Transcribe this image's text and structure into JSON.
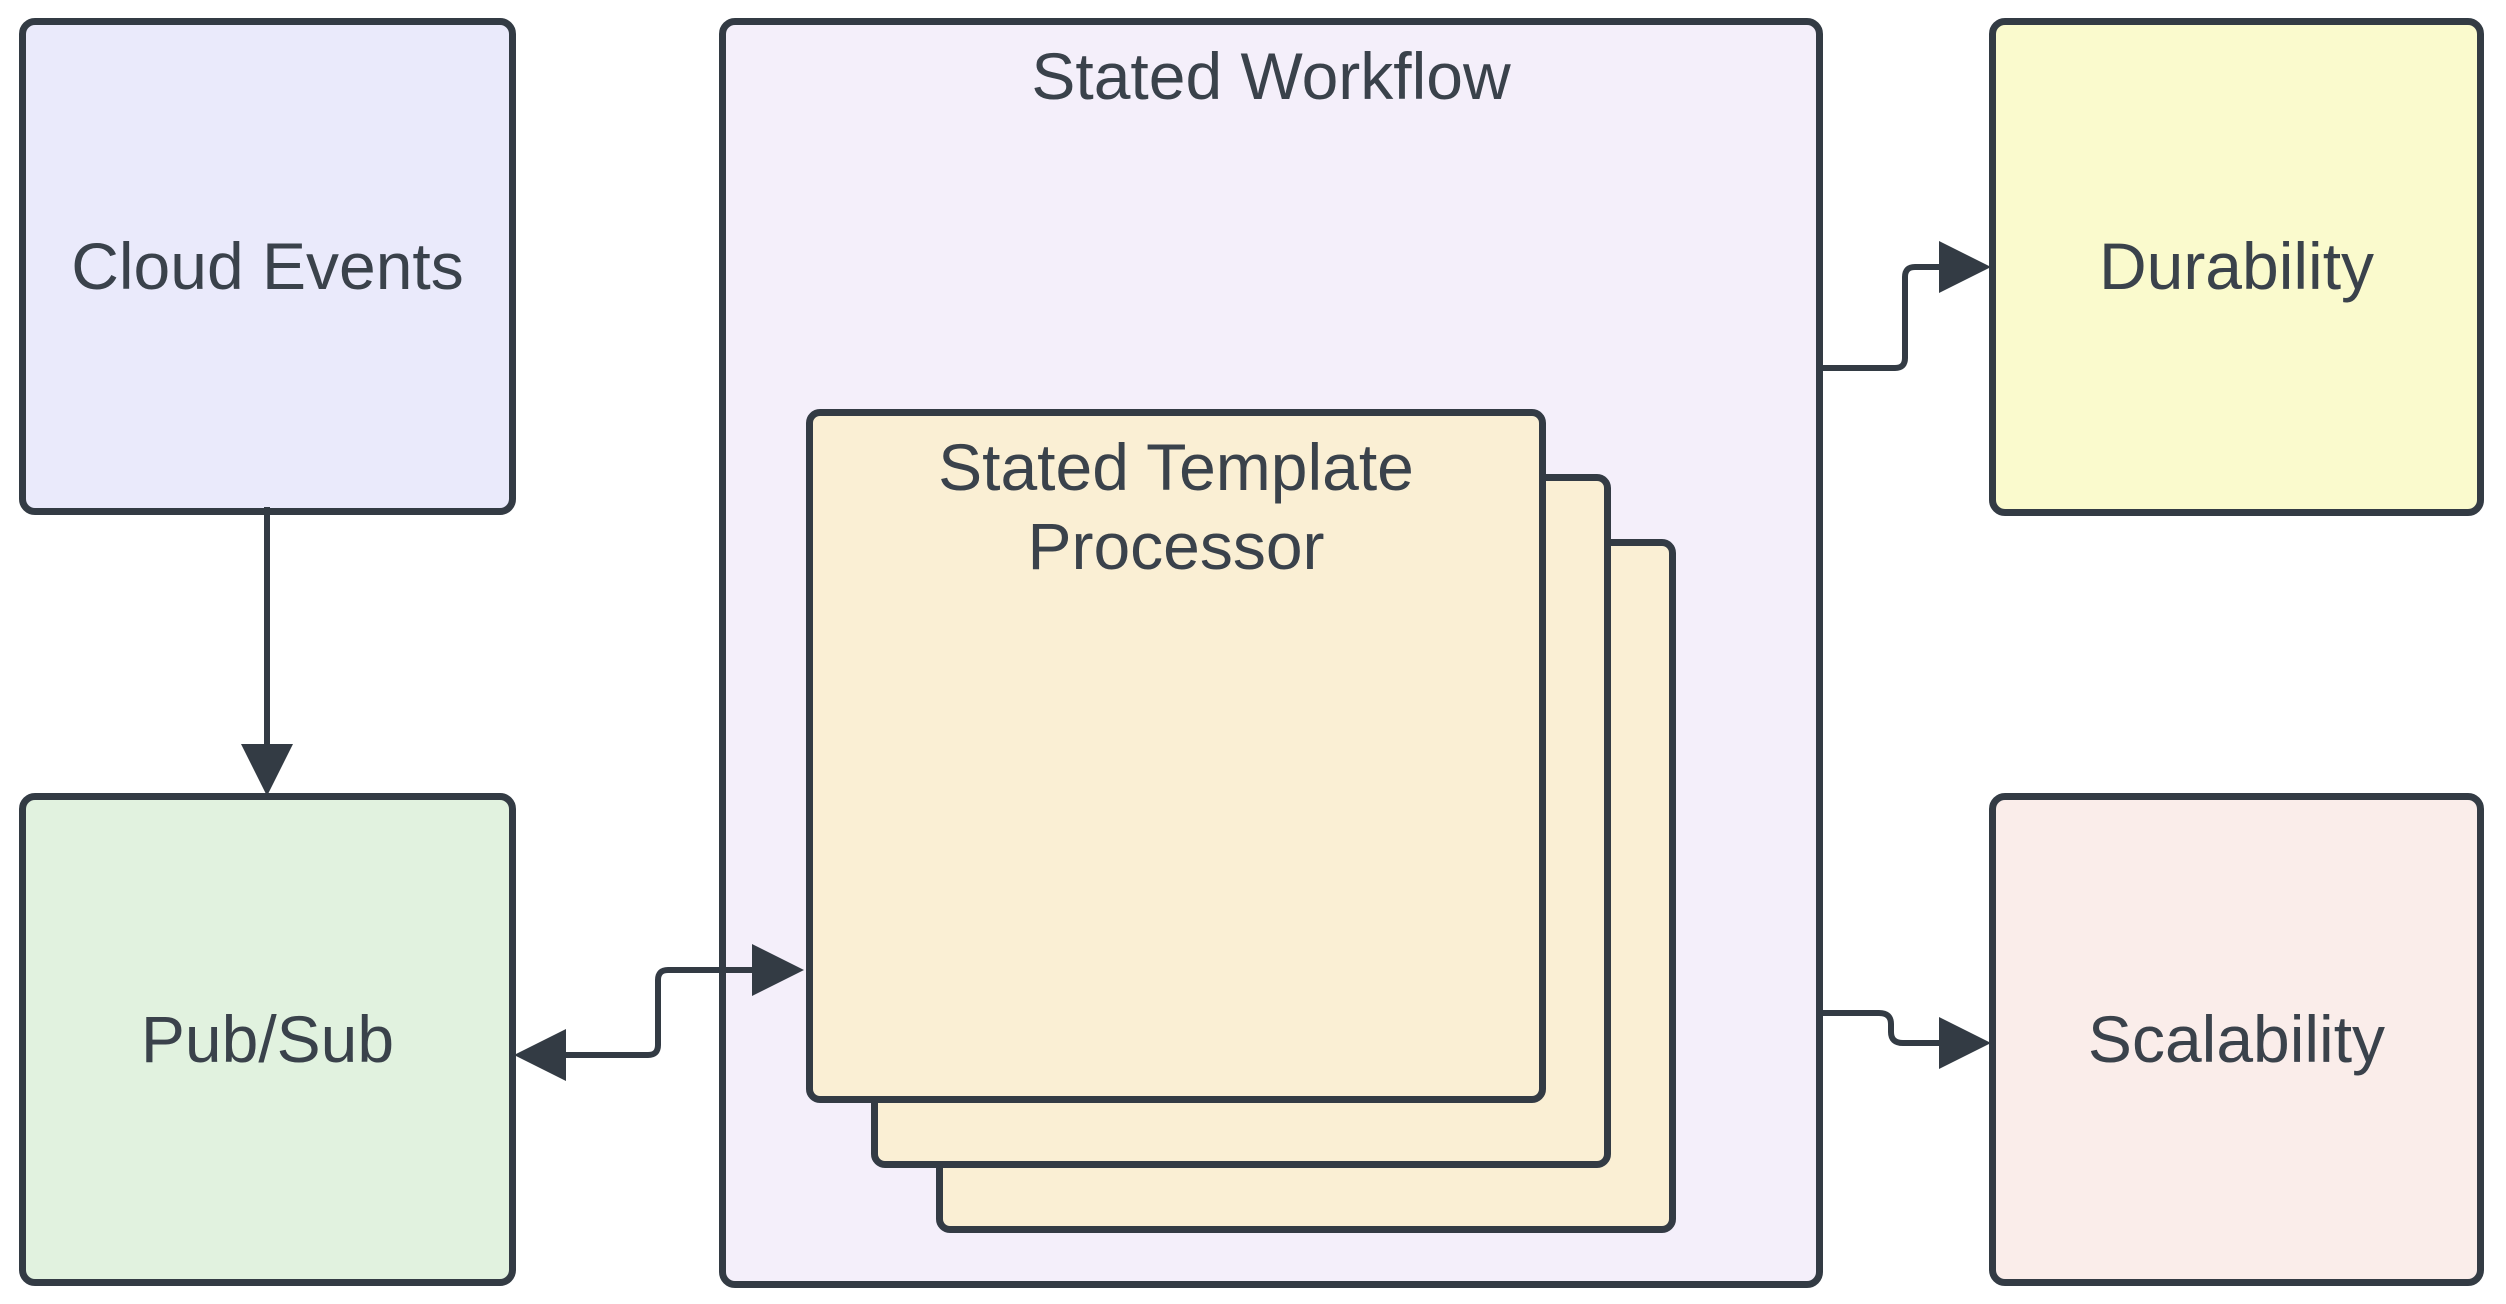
{
  "diagram": {
    "type": "flowchart",
    "nodes": {
      "cloud_events": {
        "label": "Cloud Events"
      },
      "pubsub": {
        "label": "Pub/Sub"
      },
      "workflow": {
        "label": "Stated Workflow"
      },
      "template_processor": {
        "label": "Stated Template Processor",
        "stack_count": 3
      },
      "durability": {
        "label": "Durability"
      },
      "scalability": {
        "label": "Scalability"
      }
    },
    "connectors": [
      {
        "from": "cloud_events",
        "to": "pubsub",
        "direction": "one-way"
      },
      {
        "from": "pubsub",
        "to": "template_processor",
        "direction": "two-way"
      },
      {
        "from": "workflow",
        "to": "durability",
        "direction": "one-way"
      },
      {
        "from": "workflow",
        "to": "scalability",
        "direction": "one-way"
      }
    ],
    "colors": {
      "background": "#ffffff",
      "line": "#333b44",
      "text": "#3a424b",
      "cloud_events_fill": "#eaeafb",
      "pubsub_fill": "#e1f2df",
      "workflow_fill": "#f4effa",
      "template_fill": "#faefd4",
      "durability_fill": "#fafacd",
      "scalability_fill": "#faedea"
    }
  }
}
